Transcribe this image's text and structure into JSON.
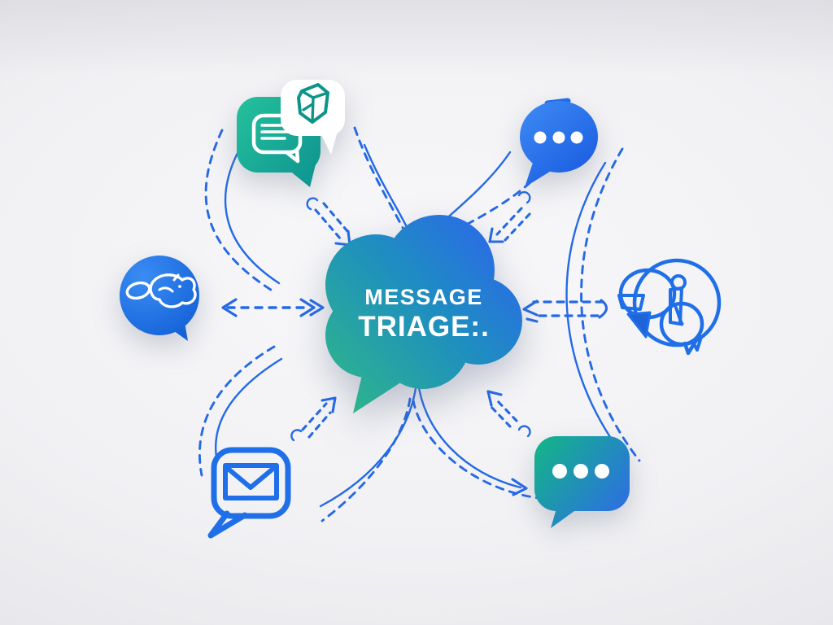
{
  "illustration": {
    "title": {
      "line1": "MESSAGE",
      "line2": "TRIAGE:."
    }
  },
  "palette": {
    "line_blue": "#2469e6",
    "icon_outline_blue": "#1f6fe8",
    "bubble_blue_light": "#3a86f2",
    "bubble_blue_dark": "#1b5ce0",
    "bubble_green_light": "#23bd9b",
    "bubble_green_dark": "#0c9190",
    "cloud_green": "#2db38e",
    "cloud_blue": "#2b6ae8",
    "glyph_teal": "#0d9488",
    "white": "#ffffff",
    "background_center": "#f8f8fa",
    "background_edge": "#dcdce1"
  },
  "nodes": {
    "center": "message-triage-cloud",
    "top_left": "secure-chat-bubbles",
    "top_right": "typing-chat-bubble-blue",
    "left": "sketch-chat-bubble",
    "right": "support-agent-badge",
    "bottom_left": "mail-chat-bubble",
    "bottom_right": "typing-chat-bubble-green"
  }
}
